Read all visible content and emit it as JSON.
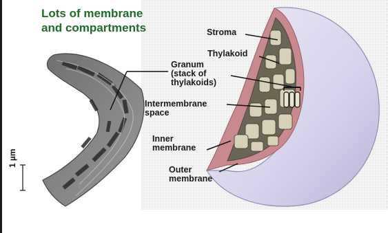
{
  "title": {
    "line1": "Lots of membrane",
    "line2": "and compartments"
  },
  "scale_bar": "1 µm",
  "labels": {
    "stroma": "Stroma",
    "thylakoid": "Thylakoid",
    "granum_1": "Granum",
    "granum_2": "(stack of",
    "granum_3": "thylakoids)",
    "intermembrane_1": "Intermembrane",
    "intermembrane_2": "space",
    "inner_1": "Inner",
    "inner_2": "membrane",
    "outer_1": "Outer",
    "outer_2": "membrane"
  },
  "colors": {
    "title": "#1e6b2a",
    "outer_membrane": "#d9d6ee",
    "inner_membrane": "#c98a8f",
    "stroma_fill": "#6a6656",
    "micrograph": "#8a8a8a"
  }
}
